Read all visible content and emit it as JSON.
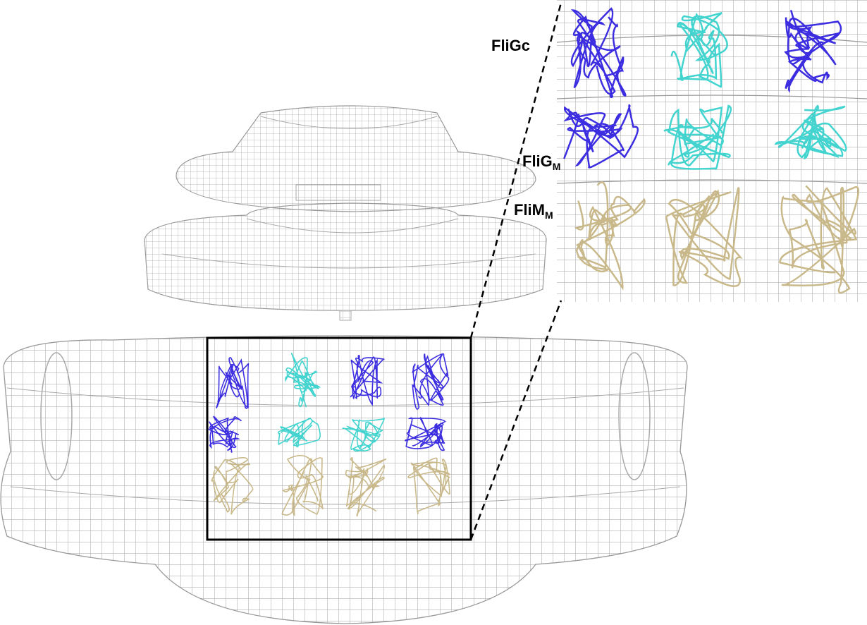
{
  "labels": {
    "fligc": "FliGc",
    "fligm_main": "FliG",
    "fligm_sub": "M",
    "flimm_main": "FliM",
    "flimm_sub": "M"
  },
  "colors": {
    "mesh": "#9a9a9a",
    "fligc_blue": "#3c2ee0",
    "fligc_cyan": "#44d4d0",
    "flim_tan": "#c8b88a",
    "box": "#000000"
  }
}
